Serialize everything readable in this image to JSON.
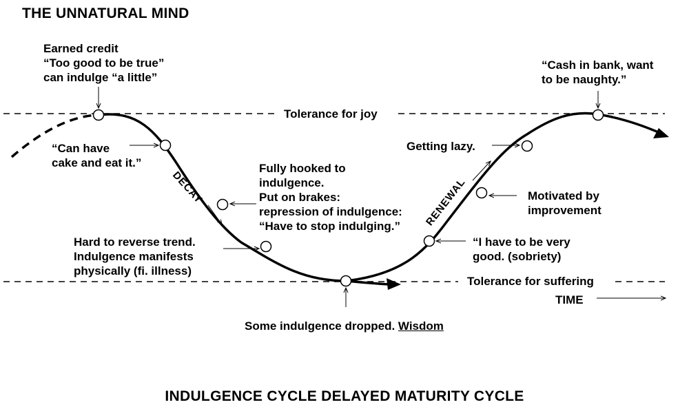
{
  "title": "THE UNNATURAL MIND",
  "footer": "INDULGENCE CYCLE DELAYED MATURITY CYCLE",
  "reference_lines": {
    "upper": "Tolerance for joy",
    "lower": "Tolerance for suffering",
    "axis": "TIME"
  },
  "phases": {
    "decay": "DECAY",
    "renewal": "RENEWAL"
  },
  "annotations": {
    "earned_credit": "Earned credit\n“Too good to be true”\ncan indulge “a little”",
    "cake": "“Can have\ncake and eat it.”",
    "hooked": "Fully hooked to\nindulgence.\nPut on brakes:\nrepression of indulgence:\n“Have to stop indulging.”",
    "reverse": "Hard to reverse trend.\nIndulgence manifests\nphysically (fi. illness)",
    "bottom_prefix": "Some indulgence dropped. ",
    "bottom_wisdom": "Wisdom",
    "cash": "“Cash in bank, want\nto be naughty.”",
    "lazy": "Getting lazy.",
    "motivated": "Motivated by\nimprovement",
    "sobriety": "“I have to be very\ngood. (sobriety)"
  }
}
